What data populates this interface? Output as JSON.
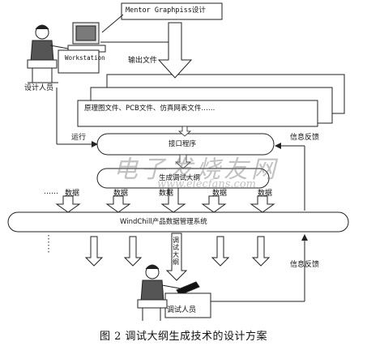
{
  "colors": {
    "line": "#222222",
    "arrow_fill": "#ffffff",
    "watermark": "#8a8a8a",
    "shadow": "#555555"
  },
  "labels": {
    "mentor": "Mentor Graphpiss设计",
    "workstation": "Workstation",
    "output_file": "输出文件",
    "designer": "设计人员",
    "files": "原理图文件、PCB文件、仿真网表文件……",
    "run": "运行",
    "interface_program": "接口程序",
    "feedback_top": "信息反馈",
    "generate_outline": "生成调试大纲",
    "dots_left": "……",
    "data_1": "数据",
    "data_2": "数据",
    "data_3": "数据",
    "data_4": "数据",
    "data_5": "数据",
    "windchill": "WindChill产品数据管理系统",
    "debug_outline": "调试大纲",
    "feedback_bottom": "信息反馈",
    "tester": "调试人员",
    "caption": "图 2  调试大纲生成技术的设计方案"
  },
  "watermark": {
    "cn": "电子发烧友网",
    "en": "www.elecfans.com"
  },
  "icons": {
    "designer_workstation": "person-at-computer-icon",
    "tester_workstation": "person-at-laptop-icon"
  }
}
